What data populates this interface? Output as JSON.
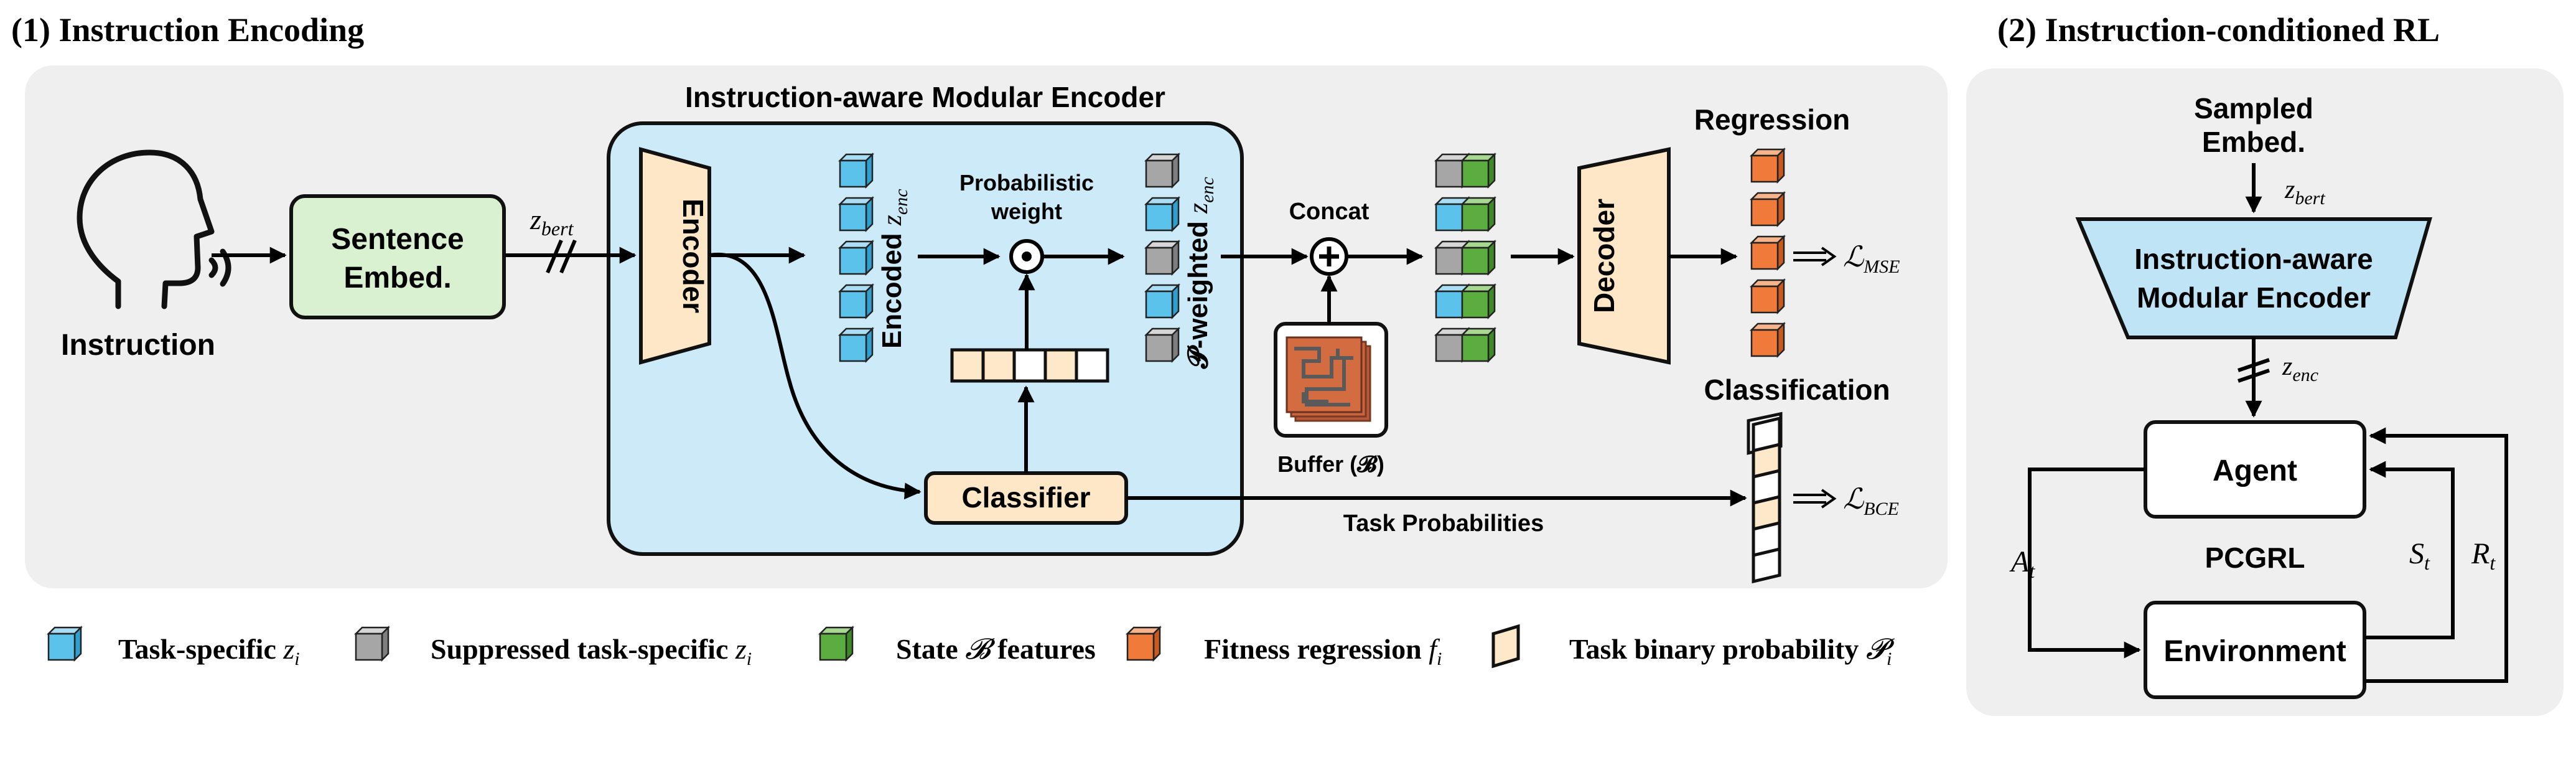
{
  "section1": {
    "title": "(1) Instruction Encoding"
  },
  "section2": {
    "title": "(2) Instruction-conditioned RL"
  },
  "encoding": {
    "instruction_label": "Instruction",
    "sentence_embed": [
      "Sentence",
      "Embed."
    ],
    "z_bert": "z",
    "z_bert_sub": "bert",
    "module_title": "Instruction-aware Modular Encoder",
    "encoder_label": "Encoder",
    "encoded_label": "Encoded",
    "z_enc": "z",
    "z_enc_sub": "enc",
    "prob_weight": [
      "Probabilistic",
      "weight"
    ],
    "p_weighted_label": "𝓟-weighted",
    "classifier_label": "Classifier",
    "concat_label": "Concat",
    "buffer_label": "Buffer (𝓑)",
    "decoder_label": "Decoder",
    "regression_label": "Regression",
    "classification_label": "Classification",
    "loss_mse": "ℒ",
    "loss_mse_sub": "MSE",
    "loss_bce": "ℒ",
    "loss_bce_sub": "BCE",
    "task_prob_label": "Task Probabilities"
  },
  "rl": {
    "sampled_embed": [
      "Sampled",
      "Embed."
    ],
    "z_bert": "z",
    "z_bert_sub": "bert",
    "module": [
      "Instruction-aware",
      "Modular Encoder"
    ],
    "z_enc": "z",
    "z_enc_sub": "enc",
    "agent_label": "Agent",
    "env_label": "Environment",
    "pcgrl_label": "PCGRL",
    "action": "A",
    "action_sub": "t",
    "state": "S",
    "state_sub": "t",
    "reward": "R",
    "reward_sub": "t"
  },
  "legend": {
    "task_specific": "Task-specific ",
    "task_specific_var": "z",
    "task_specific_sub": "i",
    "suppressed": "Suppressed task-specific ",
    "suppressed_var": "z",
    "suppressed_sub": "i",
    "state_features_pre": "State ",
    "state_features_var": "𝓑",
    "state_features_post": " features",
    "fitness": "Fitness regression ",
    "fitness_var": "f",
    "fitness_sub": "i",
    "task_binary": "Task binary probability ",
    "task_binary_var": "𝓟",
    "task_binary_sub": "i"
  },
  "colors": {
    "blue_cube": "#5bc2ec",
    "gray_cube": "#a6a6a6",
    "green_cube": "#5aad3e",
    "orange_cube": "#ef7a3a",
    "prob_fill": "#fde9c9",
    "encoder_fill": "#fde7c6",
    "module_bg": "#cdeaf8",
    "panel_bg": "#efefef",
    "sentence_fill": "#d9f1d0"
  }
}
